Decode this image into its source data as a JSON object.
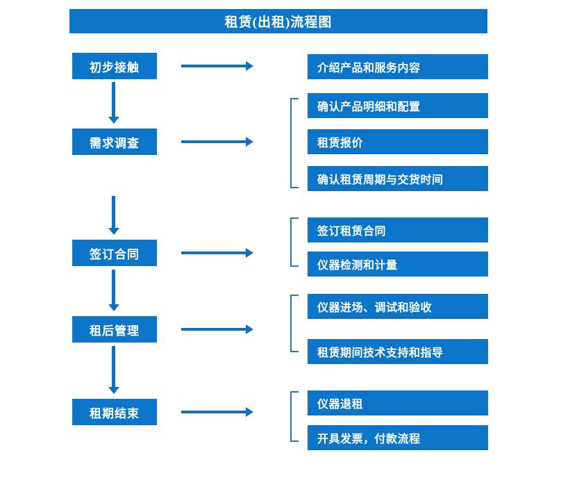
{
  "diagram": {
    "title": "租赁(出租)流程图",
    "colors": {
      "box_fill": "#0B75C9",
      "box_text": "#FFFFFF",
      "arrow": "#1070BE",
      "bracket": "#2E74B5",
      "background": "#FFFFFF"
    },
    "stages": [
      {
        "id": "stage-1",
        "label": "初步接触"
      },
      {
        "id": "stage-2",
        "label": "需求调查"
      },
      {
        "id": "stage-3",
        "label": "签订合同"
      },
      {
        "id": "stage-4",
        "label": "租后管理"
      },
      {
        "id": "stage-5",
        "label": "租期结束"
      }
    ],
    "details": [
      {
        "id": "detail-1-1",
        "label": "介绍产品和服务内容",
        "group": 1
      },
      {
        "id": "detail-2-1",
        "label": "确认产品明细和配置",
        "group": 2
      },
      {
        "id": "detail-2-2",
        "label": "租赁报价",
        "group": 2
      },
      {
        "id": "detail-2-3",
        "label": "确认租赁周期与交货时间",
        "group": 2
      },
      {
        "id": "detail-3-1",
        "label": "签订租赁合同",
        "group": 3
      },
      {
        "id": "detail-3-2",
        "label": "仪器检测和计量",
        "group": 3
      },
      {
        "id": "detail-4-1",
        "label": "仪器进场、调试和验收",
        "group": 4
      },
      {
        "id": "detail-4-2",
        "label": "租赁期间技术支持和指导",
        "group": 4
      },
      {
        "id": "detail-5-1",
        "label": "仪器退租",
        "group": 5
      },
      {
        "id": "detail-5-2",
        "label": "开具发票，付款流程",
        "group": 5
      }
    ],
    "connectors": {
      "horizontal_arrow_count": 5,
      "vertical_arrow_count": 4,
      "bracket_count": 4
    }
  }
}
